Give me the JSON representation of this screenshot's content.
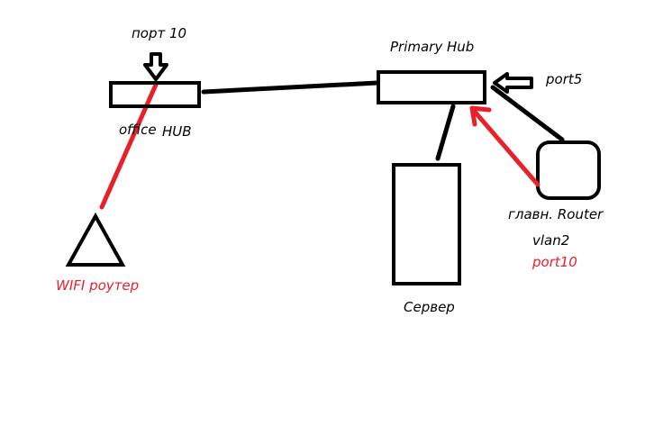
{
  "labels": {
    "port10_top": "порт 10",
    "office_a": "office",
    "office_b": "HUB",
    "primary_hub": "Primary Hub",
    "port5": "port5",
    "router": "главн. Router",
    "vlan2": "vlan2",
    "port10_red": "port10",
    "server": "Сервер",
    "wifi": "WIFI роутер"
  },
  "colors": {
    "black": "#000000",
    "red": "#e8202a"
  }
}
